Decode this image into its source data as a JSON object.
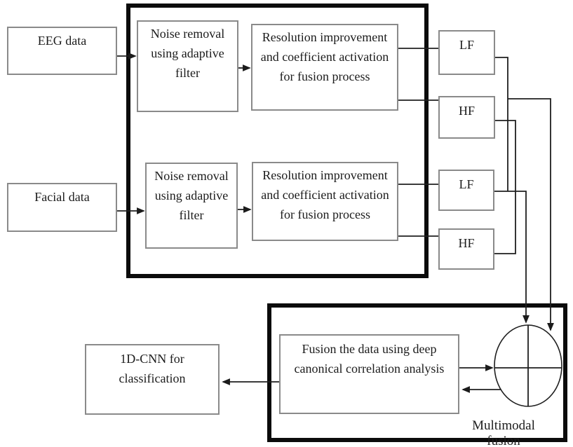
{
  "diagram": {
    "branches": {
      "eeg": {
        "source_label": "EEG data",
        "noise_box": {
          "lines": [
            "Noise removal",
            "using adaptive",
            "filter"
          ]
        },
        "resolution_box": {
          "lines": [
            "Resolution improvement",
            "and coefficient activation",
            "for fusion process"
          ]
        },
        "low_freq_label": "LF",
        "high_freq_label": "HF"
      },
      "facial": {
        "source_label": "Facial data",
        "noise_box": {
          "lines": [
            "Noise removal",
            "using adaptive",
            "filter"
          ]
        },
        "resolution_box": {
          "lines": [
            "Resolution improvement",
            "and coefficient activation",
            "for fusion process"
          ]
        },
        "low_freq_label": "LF",
        "high_freq_label": "HF"
      }
    },
    "fusion": {
      "box": {
        "lines": [
          "Fusion the data using deep",
          "canonical correlation analysis"
        ]
      },
      "group_label": "Multimodal fusion"
    },
    "classifier_box": {
      "lines": [
        "1D-CNN for",
        "classification"
      ]
    },
    "colors": {
      "background": "#ffffff",
      "thick_border": "#0b0b0b",
      "box_border": "#8a8a8a",
      "connector": "#1f1f1f",
      "text": "#1c1c1c"
    }
  }
}
